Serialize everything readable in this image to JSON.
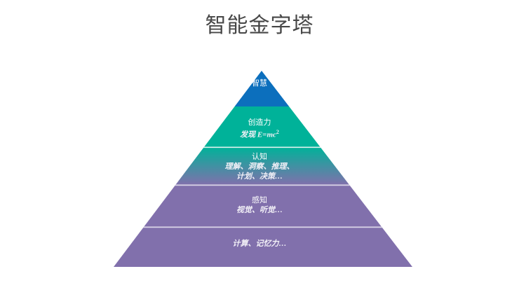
{
  "title": "智能金字塔",
  "background_color": "#ffffff",
  "title_color": "#474747",
  "colors": {
    "apex_blue": "#0c6fbd",
    "teal": "#00b299",
    "purple": "#8170ac",
    "divider": "#d8d2e6",
    "label_text": "#ffffff",
    "sub_text": "#f2f0f7"
  },
  "chart_data": {
    "type": "pyramid",
    "title": "智能金字塔",
    "orientation": "apex-up",
    "level_count": 5,
    "levels": [
      {
        "index": 1,
        "heading": "智慧",
        "subtitle": "",
        "fill": "#0c6fbd",
        "fill_type": "solid"
      },
      {
        "index": 2,
        "heading": "创造力",
        "subtitle": "发现 E=mc",
        "subtitle_superscript": "2",
        "fill": "#00b299",
        "fill_type": "solid"
      },
      {
        "index": 3,
        "heading": "认知",
        "subtitle_line_1": "理解、洞察、推理、",
        "subtitle_line_2": "计划、决策…",
        "fill": "#00b299",
        "fill_end": "#8170ac",
        "fill_type": "gradient"
      },
      {
        "index": 4,
        "heading": "感知",
        "subtitle": "视觉、听觉…",
        "fill": "#8170ac",
        "fill_type": "solid"
      },
      {
        "index": 5,
        "heading": "",
        "subtitle": "计算、记忆力…",
        "fill": "#8170ac",
        "fill_type": "solid"
      }
    ]
  }
}
